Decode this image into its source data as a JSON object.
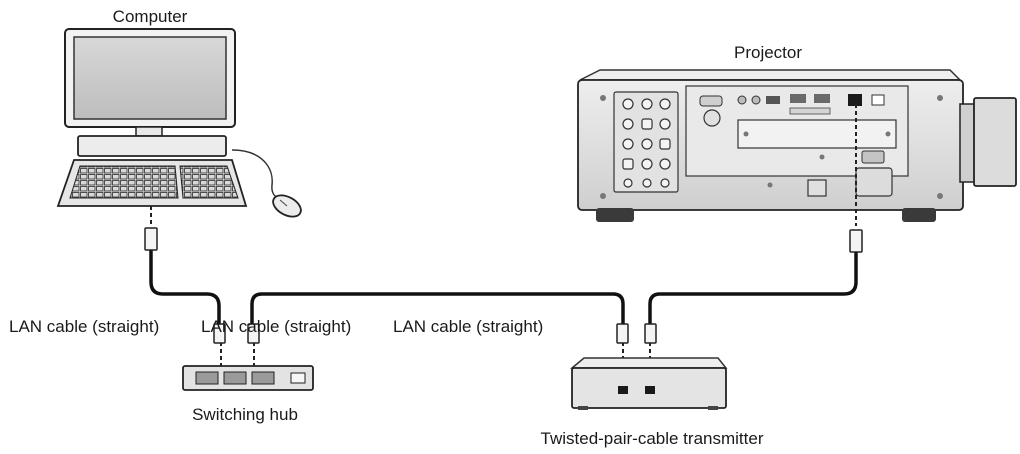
{
  "labels": {
    "computer": "Computer",
    "projector": "Projector",
    "switching_hub": "Switching hub",
    "transmitter": "Twisted-pair-cable transmitter",
    "lan_cable_1": "LAN cable (straight)",
    "lan_cable_2": "LAN cable (straight)",
    "lan_cable_3": "LAN cable (straight)"
  }
}
